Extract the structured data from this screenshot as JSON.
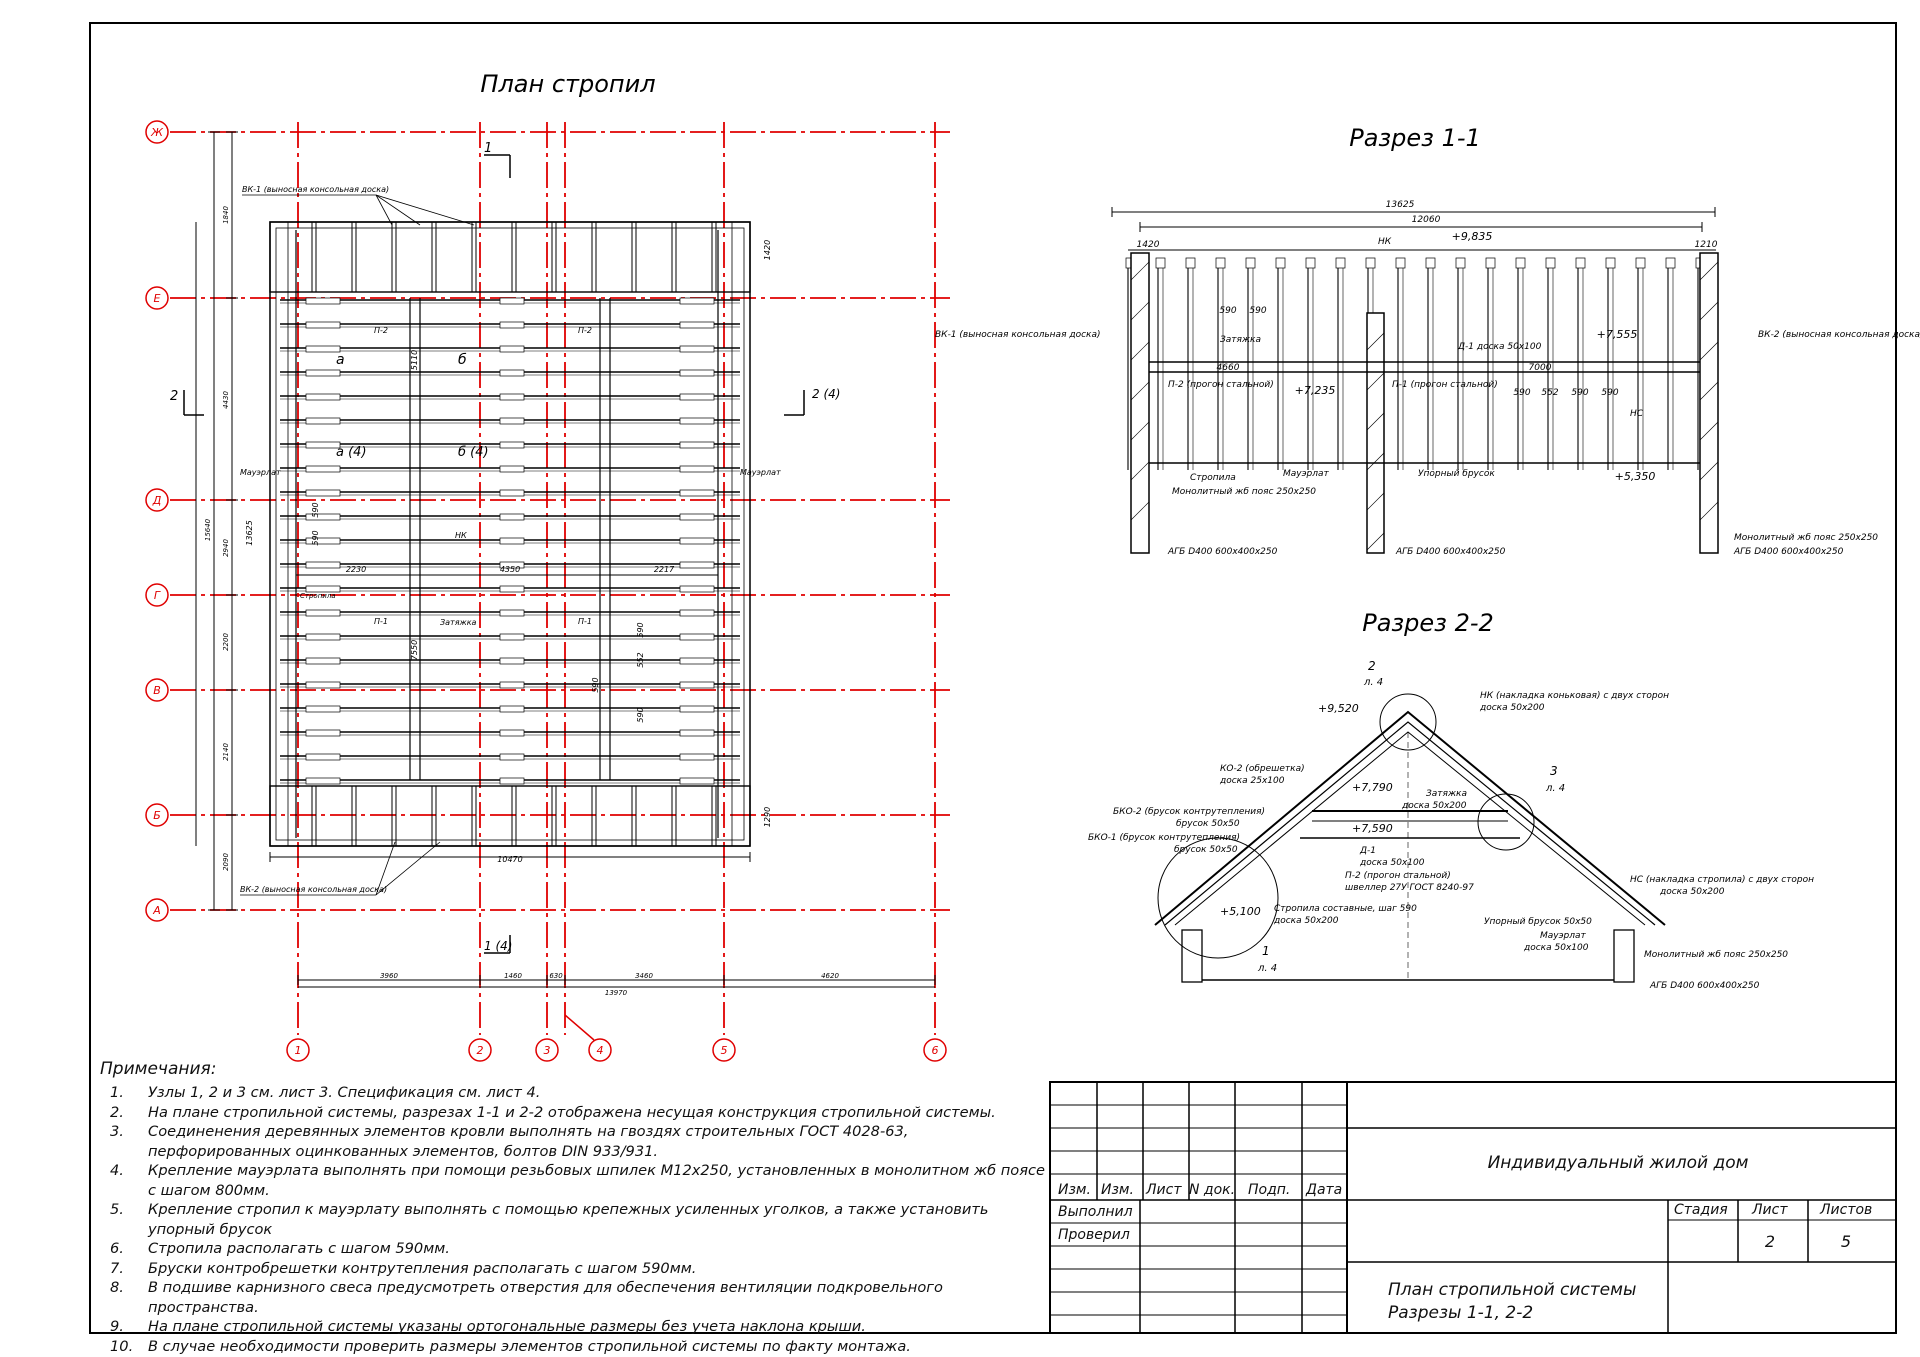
{
  "plan": {
    "title": "План стропил",
    "axes_rows": [
      "Ж",
      "Е",
      "Д",
      "Г",
      "В",
      "Б",
      "А"
    ],
    "axes_cols": [
      "1",
      "2",
      "3",
      "4",
      "5",
      "6"
    ],
    "row_dims": [
      "1840",
      "4430",
      "2940",
      "2200",
      "2140",
      "2090"
    ],
    "row_total": "13625",
    "row_total_outer": "15640",
    "bottom_dims": [
      "3960",
      "1460",
      "630",
      "3460",
      "4620"
    ],
    "bottom_total": "13970",
    "width_dim": "10470",
    "inner_dims": [
      "2230",
      "4350",
      "2217"
    ],
    "section_marks": [
      "1",
      "1 (4)",
      "2",
      "2 (4)"
    ],
    "node_marks": [
      "а",
      "а (4)",
      "б",
      "б (4)"
    ],
    "labels": {
      "vk1": "ВК-1 (выносная консольная доска)",
      "vk2": "ВК-2 (выносная консольная доска)",
      "p2": "П-2",
      "p1": "П-1",
      "mauerlat": "Мауэрлат",
      "nk": "НК",
      "strop": "Стропила",
      "zatyazhka": "Затяжка"
    },
    "small_dims": [
      "1420",
      "1290",
      "5110",
      "7550",
      "590",
      "590",
      "552",
      "590",
      "590",
      "590"
    ]
  },
  "section1": {
    "title": "Разрез 1-1",
    "dims": {
      "total": "13625",
      "inner": "12060",
      "left": "1420",
      "right": "1210",
      "d4660": "4660",
      "d7000": "7000"
    },
    "pitch": [
      "590",
      "590",
      "590",
      "552",
      "590",
      "590"
    ],
    "levels": [
      "+9,835",
      "+7,555",
      "+7,235",
      "+5,350"
    ],
    "labels": {
      "nk": "НК",
      "vk1": "ВК-1 (выносная консольная доска)",
      "vk2": "ВК-2 (выносная консольная доска)",
      "zatyazhka": "Затяжка",
      "d1": "Д-1 доска 50х100",
      "p2": "П-2 (прогон стальной)",
      "p1": "П-1 (прогон стальной)",
      "nc": "НС",
      "strop": "Стропила",
      "mauerlat": "Мауэрлат",
      "upor": "Упорный брусок",
      "belt": "Монолитный жб пояс 250х250",
      "agb1": "АГБ D400 600х400х250",
      "agb2": "АГБ D400 600х400х250",
      "belt2": "Монолитный жб пояс 250х250",
      "agb3": "АГБ D400 600х400х250"
    }
  },
  "section2": {
    "title": "Разрез 2-2",
    "levels": [
      "+9,520",
      "+7,790",
      "+7,590",
      "+5,100"
    ],
    "callouts": [
      {
        "num": "2",
        "sheet": "л. 4"
      },
      {
        "num": "3",
        "sheet": "л. 4"
      },
      {
        "num": "1",
        "sheet": "л. 4"
      }
    ],
    "labels": {
      "nk": "НК (накладка коньковая) с двух сторон",
      "nk_b": "доска 50х200",
      "ko2": "КО-2 (обрешетка)",
      "ko2_b": "доска 25х100",
      "bko2": "БКО-2 (брусок контрутепления)",
      "bko2_b": "брусок 50х50",
      "bko1": "БКО-1 (брусок контрутепления)",
      "bko1_b": "брусок 50х50",
      "zat": "Затяжка",
      "zat_b": "доска 50х200",
      "d1": "Д-1",
      "d1_b": "доска 50х100",
      "p2": "П-2 (прогон стальной)",
      "p2_b": "швеллер 27У ГОСТ 8240-97",
      "strop": "Стропила составные, шаг 590",
      "strop_b": "доска 50х200",
      "nc": "НС (накладка стропила) с двух сторон",
      "nc_b": "доска 50х200",
      "upor": "Упорный брусок 50х50",
      "maue": "Мауэрлат",
      "maue_b": "доска 50х100",
      "belt": "Монолитный жб пояс 250х250",
      "agb": "АГБ D400 600х400х250"
    }
  },
  "notes": {
    "title": "Примечания:",
    "items": [
      {
        "n": "1.",
        "t": "Узлы 1, 2 и 3 см. лист 3. Спецификация см. лист 4."
      },
      {
        "n": "2.",
        "t": "На плане стропильной системы, разрезах 1-1 и 2-2 отображена несущая конструкция стропильной системы."
      },
      {
        "n": "3.",
        "t": "Соединенения деревянных элементов кровли выполнять на гвоздях строительных ГОСТ 4028-63, перфорированных оцинкованных элементов, болтов DIN 933/931."
      },
      {
        "n": "4.",
        "t": "Крепление мауэрлата выполнять при помощи резьбовых шпилек М12х250, установленных в монолитном жб поясе с шагом 800мм."
      },
      {
        "n": "5.",
        "t": "Крепление стропил к мауэрлату выполнять с помощью крепежных усиленных уголков, а также установить упорный брусок"
      },
      {
        "n": "6.",
        "t": "Стропила располагать с шагом 590мм."
      },
      {
        "n": "7.",
        "t": "Бруски контробрешетки контрутепления располагать с шагом 590мм."
      },
      {
        "n": "8.",
        "t": "В подшиве карнизного свеса предусмотреть отверстия для обеспечения вентиляции подкровельного пространства."
      },
      {
        "n": "9.",
        "t": "На плане стропильной системы указаны ортогональные размеры без учета наклона крыши."
      },
      {
        "n": "10.",
        "t": "В случае необходимости проверить размеры элементов стропильной системы по факту монтажа."
      }
    ]
  },
  "stamp": {
    "project": "Индивидуальный жилой дом",
    "headers": [
      "Изм.",
      "Изм.",
      "Лист",
      "N док.",
      "Подп.",
      "Дата"
    ],
    "executed": "Выполнил",
    "checked": "Проверил",
    "stage_label": "Стадия",
    "sheet_label": "Лист",
    "sheets_label": "Листов",
    "sheet": "2",
    "sheets": "5",
    "sheet_title_1": "План стропильной системы",
    "sheet_title_2": "Разрезы 1-1, 2-2"
  },
  "colors": {
    "axis": "#e00000",
    "line": "#000000"
  }
}
